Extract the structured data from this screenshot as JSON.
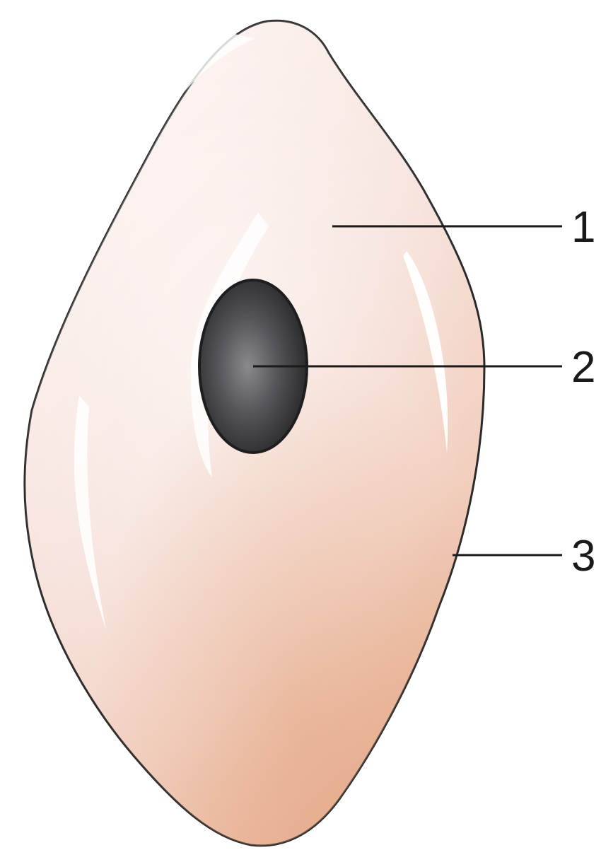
{
  "figure": {
    "subject": "cell",
    "colors": {
      "cytoplasm_light": "#fbeeea",
      "cytoplasm_mid": "#f4d9d0",
      "cytoplasm_warm": "#e9b597",
      "nucleus": "#3a3a3c",
      "outline": "#2a2a2a",
      "leader_line": "#1a1a1a"
    }
  },
  "callouts": [
    {
      "id": "1",
      "label": "1",
      "target": "cytoplasm"
    },
    {
      "id": "2",
      "label": "2",
      "target": "nucleus"
    },
    {
      "id": "3",
      "label": "3",
      "target": "cell-membrane"
    }
  ]
}
